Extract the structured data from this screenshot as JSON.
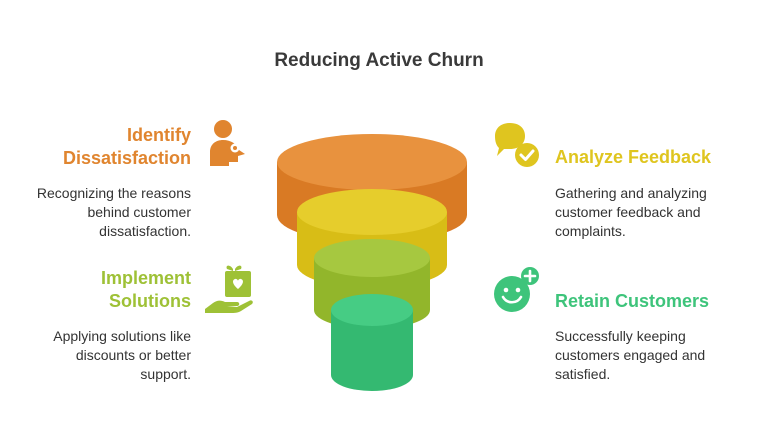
{
  "title": "Reducing Active Churn",
  "stages": [
    {
      "title_lines": [
        "Identify",
        "Dissatisfaction"
      ],
      "description_lines": [
        "Recognizing the reasons",
        "behind customer",
        "dissatisfaction."
      ],
      "color": "#e0852f",
      "icon": "person-thinking-icon"
    },
    {
      "title_lines": [
        "Analyze Feedback"
      ],
      "description_lines": [
        "Gathering and analyzing",
        "customer feedback and",
        "complaints."
      ],
      "color": "#dfc51f",
      "icon": "feedback-check-icon"
    },
    {
      "title_lines": [
        "Implement",
        "Solutions"
      ],
      "description_lines": [
        "Applying solutions like",
        "discounts or better",
        "support."
      ],
      "color": "#9ec136",
      "icon": "gift-hand-icon"
    },
    {
      "title_lines": [
        "Retain Customers"
      ],
      "description_lines": [
        "Successfully keeping",
        "customers engaged and",
        "satisfied."
      ],
      "color": "#3ec47b",
      "icon": "smile-plus-icon"
    }
  ]
}
